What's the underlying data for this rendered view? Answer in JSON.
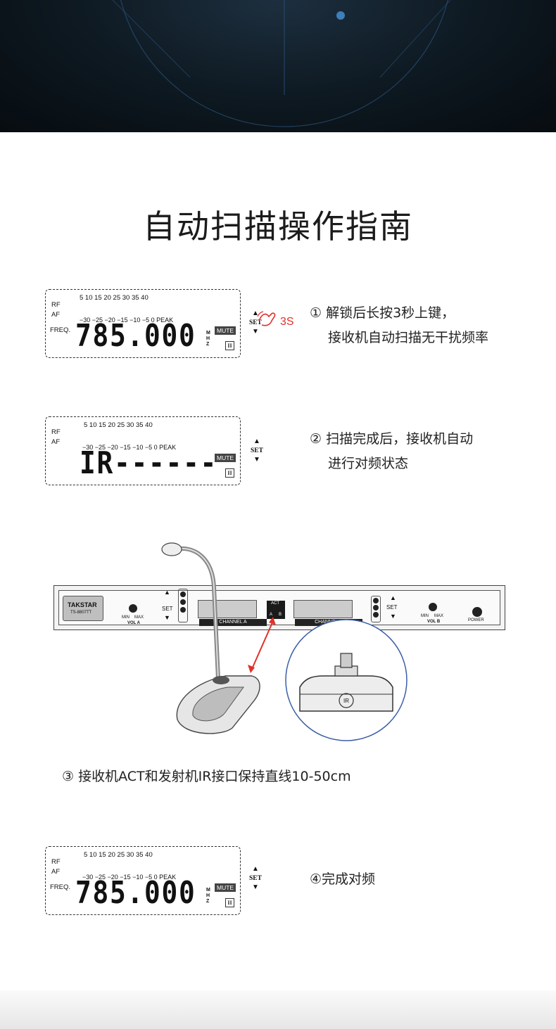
{
  "page": {
    "title": "自动扫描操作指南"
  },
  "lcd_common": {
    "scale": "5    10    15    20    25    30    35    40",
    "rf": "RF",
    "af": "AF",
    "db": "−30  −25  −20  −15  −10   −5    0   PEAK",
    "freq_label": "FREQ.",
    "mhz": "M\nH\nZ",
    "mute": "MUTE",
    "channel": "II",
    "set": "SET",
    "up": "▲",
    "down": "▼"
  },
  "steps": [
    {
      "display": "785.000",
      "hold": "3S",
      "text_line1": "① 解锁后长按3秒上键，",
      "text_line2": "接收机自动扫描无干扰频率"
    },
    {
      "display": "IR------",
      "text_line1": "② 扫描完成后，接收机自动",
      "text_line2": "进行对频状态"
    },
    {
      "text_line1": "③ 接收机ACT和发射机IR接口保持直线10-50cm"
    },
    {
      "display": "785.000",
      "text_line1": "④完成对频"
    }
  ],
  "receiver": {
    "brand": "TAKSTAR",
    "model": "TS-8807TT",
    "vol_a": "VOL A",
    "vol_b": "VOL B",
    "min": "MIN",
    "max": "MAX",
    "set": "SET",
    "channel_a": "CHANNEL A",
    "channel_b": "CHANNEL B",
    "act": "ACT",
    "a": "A",
    "b": "B",
    "power": "POWER",
    "ir": "IR"
  },
  "colors": {
    "accent_red": "#e0322b",
    "circle_blue": "#3b5ea8"
  }
}
